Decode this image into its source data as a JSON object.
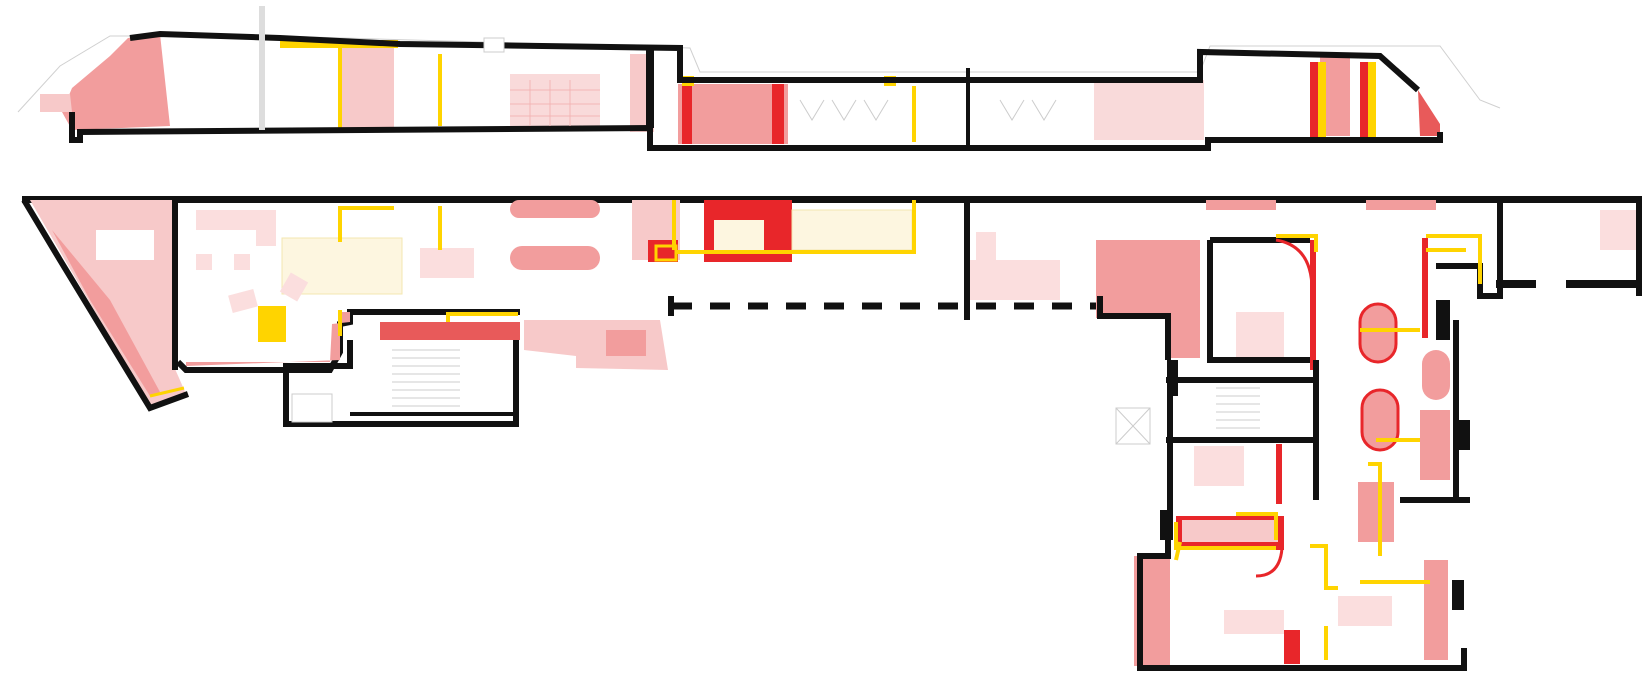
{
  "drawing": {
    "kind": "architectural floor plan with section",
    "views": [
      "section",
      "plan"
    ],
    "legend_colors": {
      "wall": "#111111",
      "existing_light": "#f7c9c9",
      "existing_mid": "#f08f8f",
      "new_red": "#e8262a",
      "new_yellow": "#ffd400",
      "thin_line": "#c8c8c8"
    }
  }
}
